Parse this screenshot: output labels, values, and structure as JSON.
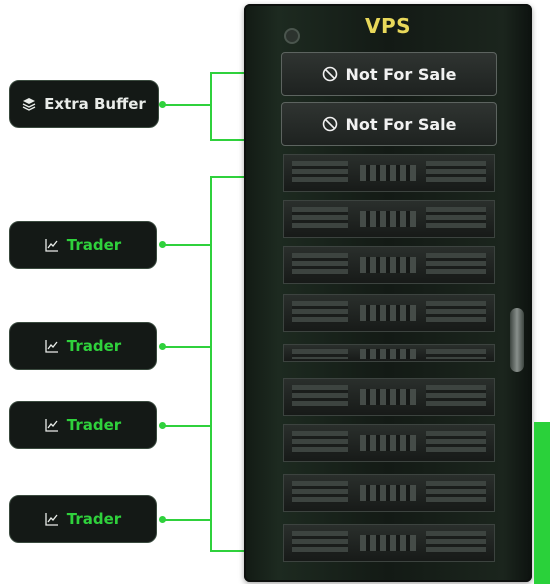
{
  "rack": {
    "title": "VPS"
  },
  "slots": [
    {
      "label": "Not For Sale",
      "icon": "ban-icon"
    },
    {
      "label": "Not For Sale",
      "icon": "ban-icon"
    }
  ],
  "extra_buffer": {
    "label": "Extra Buffer",
    "icon": "stack-layers-icon"
  },
  "traders": [
    {
      "label": "Trader",
      "icon": "chart-line-icon"
    },
    {
      "label": "Trader",
      "icon": "chart-line-icon"
    },
    {
      "label": "Trader",
      "icon": "chart-line-icon"
    },
    {
      "label": "Trader",
      "icon": "chart-line-icon"
    }
  ],
  "colors": {
    "accent_green": "#2fd13c",
    "title_yellow": "#e8d85a",
    "pill_bg": "#141916"
  }
}
